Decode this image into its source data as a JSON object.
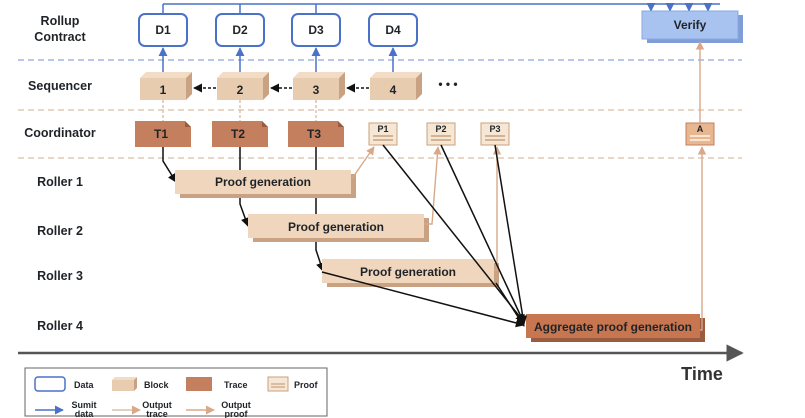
{
  "lanes": {
    "rollup": "Rollup\nContract",
    "sequencer": "Sequencer",
    "coordinator": "Coordinator",
    "roller1": "Roller 1",
    "roller2": "Roller 2",
    "roller3": "Roller 3",
    "roller4": "Roller 4"
  },
  "data_boxes": [
    "D1",
    "D2",
    "D3",
    "D4"
  ],
  "verify_label": "Verify",
  "blocks": [
    "1",
    "2",
    "3",
    "4"
  ],
  "ellipsis": "• • •",
  "traces": [
    "T1",
    "T2",
    "T3"
  ],
  "proofs": [
    "P1",
    "P2",
    "P3"
  ],
  "aggregate_proof_label": "A",
  "proof_generation": [
    "Proof generation",
    "Proof generation",
    "Proof generation"
  ],
  "aggregate_generation": "Aggregate proof generation",
  "time_label": "Time",
  "legend": {
    "data": "Data",
    "block": "Block",
    "trace": "Trace",
    "proof": "Proof",
    "submit": "Sumit\ndata",
    "output_trace": "Output\ntrace",
    "output_proof": "Output\nproof"
  },
  "colors": {
    "data_border": "#4a72c8",
    "block": "#e8ccb0",
    "trace": "#c47f5e",
    "proof_fill": "#f6e6d4",
    "proof_border": "#c9a27e",
    "bar": "#efd6bc",
    "aggregate": "#c7764f",
    "verify": "#a9c3f0"
  }
}
